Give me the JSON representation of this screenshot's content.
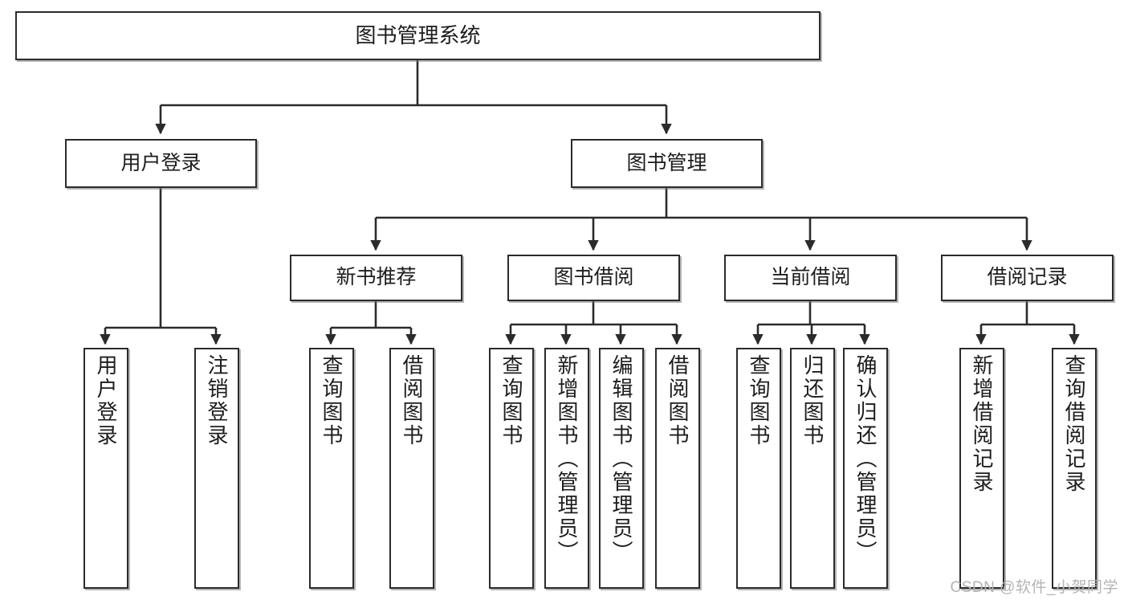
{
  "diagram": {
    "type": "tree-hierarchy",
    "title": "图书管理系统",
    "watermark": "CSDN @软件_小贺同学",
    "colors": {
      "box_border": "#2b2b2b",
      "box_fill": "#ffffff",
      "edge": "#2b2b2b",
      "text": "#1d1d1d",
      "watermark": "#b4b4b4"
    },
    "levels": [
      {
        "level": 1,
        "nodes": [
          {
            "id": "root",
            "label": "图书管理系统",
            "orientation": "horizontal"
          }
        ]
      },
      {
        "level": 2,
        "nodes": [
          {
            "id": "user-login",
            "label": "用户登录",
            "orientation": "horizontal",
            "parent": "root"
          },
          {
            "id": "book-manage",
            "label": "图书管理",
            "orientation": "horizontal",
            "parent": "root"
          }
        ]
      },
      {
        "level": 3,
        "nodes": [
          {
            "id": "new-book-rec",
            "label": "新书推荐",
            "orientation": "horizontal",
            "parent": "book-manage"
          },
          {
            "id": "book-borrow",
            "label": "图书借阅",
            "orientation": "horizontal",
            "parent": "book-manage"
          },
          {
            "id": "current-borrow",
            "label": "当前借阅",
            "orientation": "horizontal",
            "parent": "book-manage"
          },
          {
            "id": "borrow-record",
            "label": "借阅记录",
            "orientation": "horizontal",
            "parent": "book-manage"
          }
        ]
      },
      {
        "level": 4,
        "nodes": [
          {
            "id": "leaf-user-login",
            "label": "用户登录",
            "orientation": "vertical",
            "parent": "user-login"
          },
          {
            "id": "leaf-user-logout",
            "label": "注销登录",
            "orientation": "vertical",
            "parent": "user-login"
          },
          {
            "id": "leaf-rec-query",
            "label": "查询图书",
            "orientation": "vertical",
            "parent": "new-book-rec"
          },
          {
            "id": "leaf-rec-borrow",
            "label": "借阅图书",
            "orientation": "vertical",
            "parent": "new-book-rec"
          },
          {
            "id": "leaf-borrow-query",
            "label": "查询图书",
            "orientation": "vertical",
            "parent": "book-borrow"
          },
          {
            "id": "leaf-borrow-add",
            "label": "新增图书（管理员）",
            "orientation": "vertical",
            "parent": "book-borrow"
          },
          {
            "id": "leaf-borrow-edit",
            "label": "编辑图书（管理员）",
            "orientation": "vertical",
            "parent": "book-borrow"
          },
          {
            "id": "leaf-borrow-borrow",
            "label": "借阅图书",
            "orientation": "vertical",
            "parent": "book-borrow"
          },
          {
            "id": "leaf-cur-query",
            "label": "查询图书",
            "orientation": "vertical",
            "parent": "current-borrow"
          },
          {
            "id": "leaf-cur-return",
            "label": "归还图书",
            "orientation": "vertical",
            "parent": "current-borrow"
          },
          {
            "id": "leaf-cur-confirm",
            "label": "确认归还（管理员）",
            "orientation": "vertical",
            "parent": "current-borrow"
          },
          {
            "id": "leaf-rec-add",
            "label": "新增借阅记录",
            "orientation": "vertical",
            "parent": "borrow-record"
          },
          {
            "id": "leaf-rec-query2",
            "label": "查询借阅记录",
            "orientation": "vertical",
            "parent": "borrow-record"
          }
        ]
      }
    ]
  }
}
